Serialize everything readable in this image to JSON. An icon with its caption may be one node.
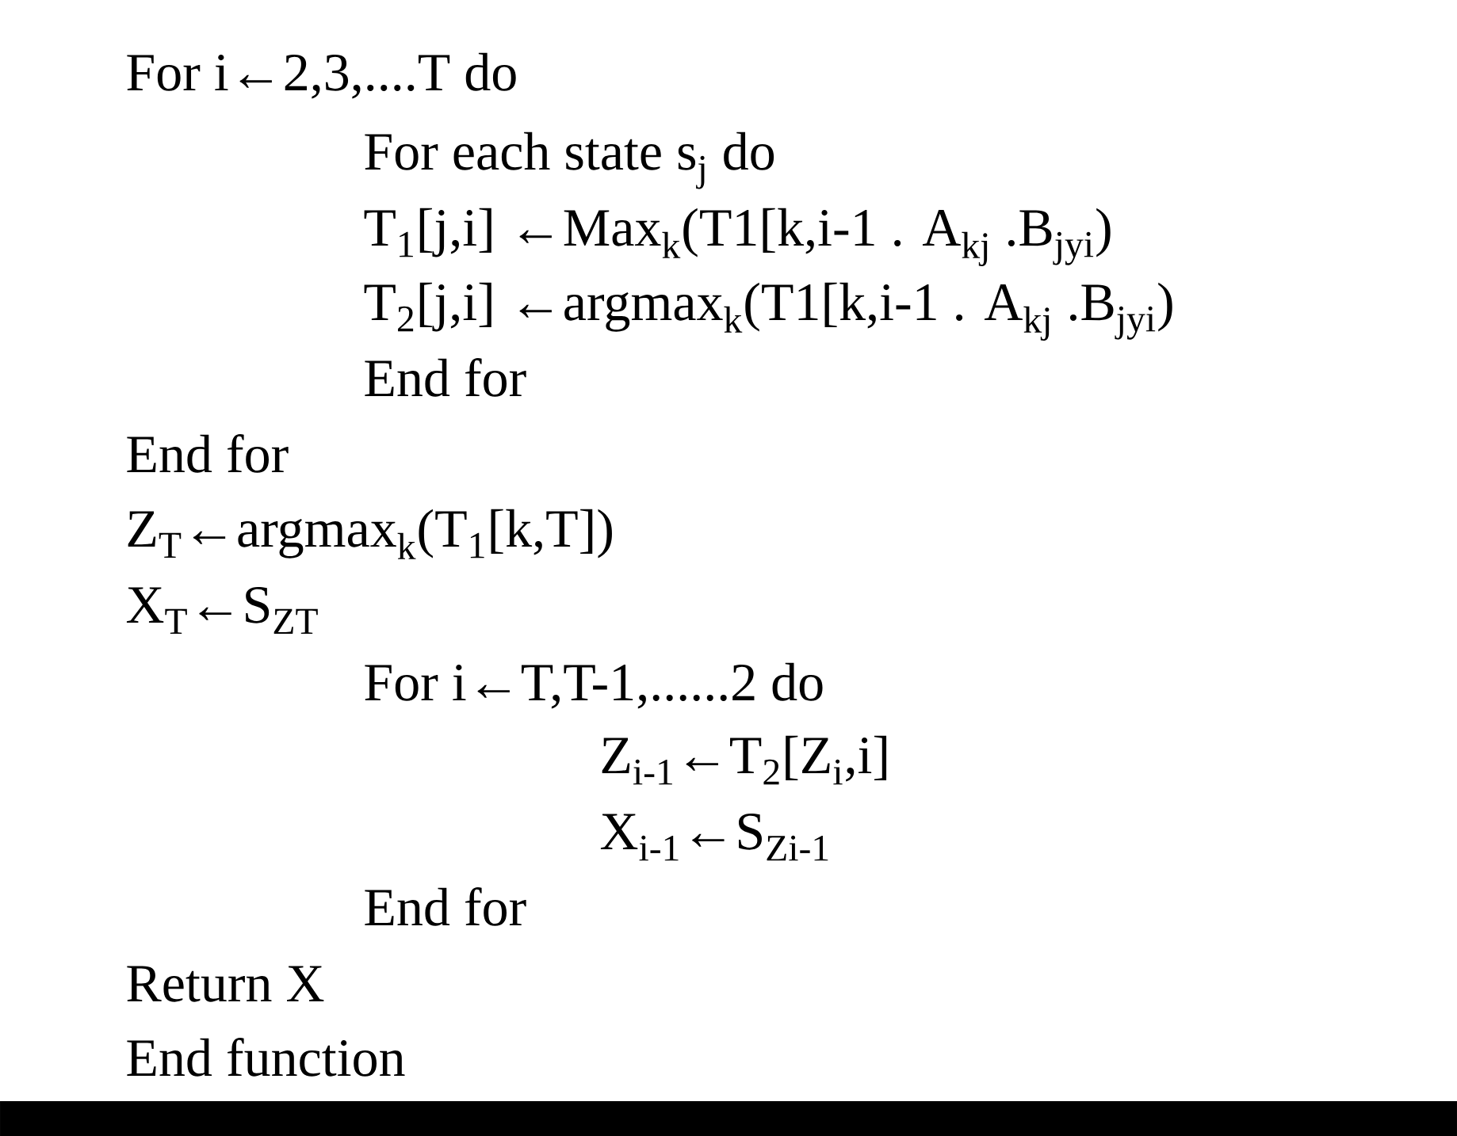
{
  "diagram": {
    "labels": [
      "For i←2,3,....T do",
      "For each state s$_{j}$ do",
      "T$_{1}$[j,i] ←Max$_{k}$(T1[k,i-1 . A$_{kj}$ .B$_{jyi}$)",
      "T$_{2}$[j,i] ←argmax$_{k}$(T1[k,i-1 . A$_{kj}$ .B$_{jyi}$)",
      "End for",
      "End for",
      "Z$_{T}$←argmax$_{k}$(T$_{1}$[k,T])",
      "X$_{T}$←S$_{ZT}$",
      "For i←T,T-1,......2 do",
      "Z$_{i-1}$←T$_{2}$[Z$_{i}$,i]",
      "X$_{i-1}$←S$_{Zi-1}$",
      "End for",
      "Return X",
      "End function"
    ]
  }
}
